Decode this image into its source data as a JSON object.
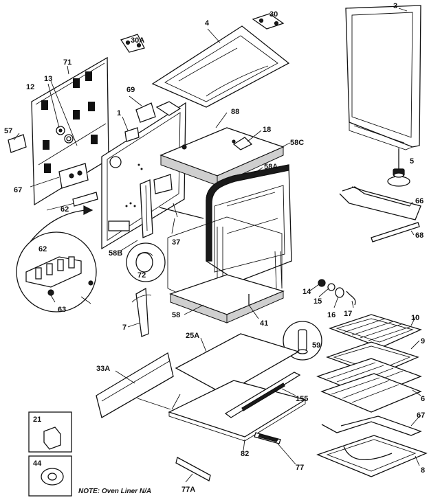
{
  "callouts": {
    "c3": "3",
    "c4": "4",
    "c30": "30",
    "c30a": "30A",
    "c71": "71",
    "c13": "13",
    "c12": "12",
    "c69": "69",
    "c1": "1",
    "c88": "88",
    "c18": "18",
    "c57": "57",
    "c58c": "58C",
    "c5": "5",
    "c58a": "58A",
    "c67": "67",
    "c66": "66",
    "c62a": "62",
    "c68": "68",
    "c62b": "62",
    "c37": "37",
    "c58b": "58B",
    "c72": "72",
    "c63": "63",
    "c14": "14",
    "c15": "15",
    "c16": "16",
    "c17": "17",
    "c7": "7",
    "c58": "58",
    "c41": "41",
    "c10": "10",
    "c9": "9",
    "c59": "59",
    "c25a": "25A",
    "c33a": "33A",
    "c155": "155",
    "c6": "6",
    "c67b": "67",
    "c21": "21",
    "c82": "82",
    "c77": "77",
    "c8": "8",
    "c44": "44",
    "c77a": "77A"
  },
  "note": "NOTE: Oven Liner N/A"
}
